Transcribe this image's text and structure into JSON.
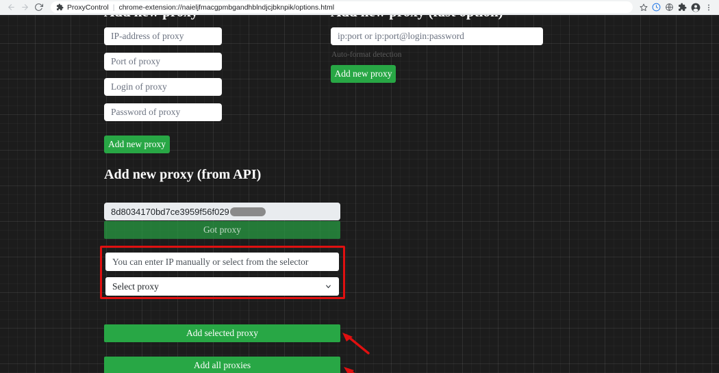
{
  "browser": {
    "back_icon": "arrow-left-icon",
    "forward_icon": "arrow-right-icon",
    "reload_icon": "reload-icon",
    "extension_icon": "puzzle-piece-icon",
    "extension_name": "ProxyControl",
    "divider": "|",
    "url": "chrome-extension://naieljfmacgpmbgandhblndjcjbknpik/options.html",
    "star_icon": "star-icon",
    "share_icon": "share-icon",
    "translate_icon": "translate-icon",
    "extensions_icon": "puzzle-piece-icon",
    "profile_icon": "profile-avatar-icon",
    "menu_icon": "three-dot-menu-icon"
  },
  "page": {
    "headings": {
      "add_new_proxy": "Add new proxy",
      "add_new_proxy_fast": "Add new proxy (fast option)",
      "add_new_proxy_api": "Add new proxy (from API)"
    },
    "manual_form": {
      "ip_placeholder": "IP-address of proxy",
      "port_placeholder": "Port of proxy",
      "login_placeholder": "Login of proxy",
      "password_placeholder": "Password of proxy",
      "submit_label": "Add new proxy"
    },
    "fast_form": {
      "combined_placeholder": "ip:port or ip:port@login:password",
      "note": "Auto-format detection",
      "submit_label": "Add new proxy"
    },
    "api_form": {
      "api_key_value": "8d8034170bd7ce3959f56f029",
      "api_key_redacted": true,
      "got_proxy_label": "Got proxy",
      "manual_ip_placeholder": "You can enter IP manually or select from the selector",
      "select_value": "Select proxy",
      "select_chevron_icon": "chevron-down-icon",
      "add_selected_label": "Add selected proxy",
      "add_all_label": "Add all proxies"
    },
    "annotations": {
      "highlight_color": "#e01010",
      "arrow_color": "#e01010",
      "arrow_selected_icon": "red-arrow-icon",
      "arrow_all_icon": "red-arrow-icon"
    },
    "colors": {
      "background": "#1c1c1c",
      "button_green": "#28a745",
      "input_background": "#ffffff",
      "api_input_background": "#e9ecef"
    }
  }
}
